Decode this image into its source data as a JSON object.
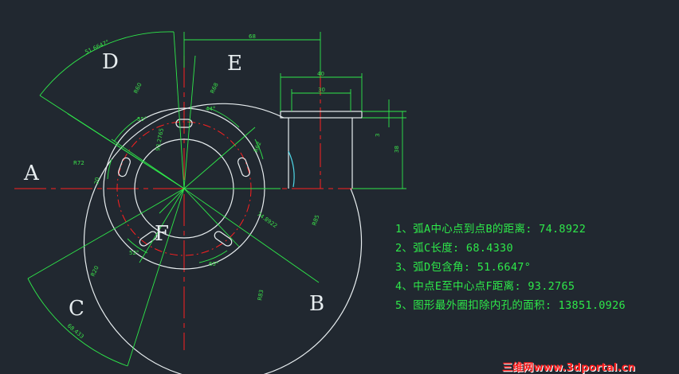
{
  "point_labels": {
    "A": "A",
    "B": "B",
    "C": "C",
    "D": "D",
    "E": "E",
    "F": "F"
  },
  "dimensions": {
    "top_width": "68",
    "width_40": "40",
    "width_30": "30",
    "height_3": "3",
    "height_38": "38",
    "arc_d_length": "51.6647°",
    "radius_r60": "R60",
    "radius_r68": "R68",
    "angle_44": "44°",
    "angle_55": "55°",
    "diameter_72": "R72",
    "dim_62": "R62",
    "dim_20": "20",
    "dist_ab": "74.8922",
    "dim_38_5": "R85",
    "dim_r92": "R92",
    "dim_r83": "R83",
    "angle_65": "65°",
    "angle_52": "52°",
    "dim_r20_left": "R20",
    "arc_c_label": "68.433",
    "dim_93": "93.2765"
  },
  "notes": [
    "1、弧A中心点到点B的距离: 74.8922",
    "2、弧C长度: 68.4330",
    "3、弧D包含角: 51.6647°",
    "4、中点E至中心点F距离: 93.2765",
    "5、图形最外圈扣除内孔的面积: 13851.0926"
  ],
  "watermark": "三维网www.3dportal.cn",
  "colors": {
    "background": "#212830",
    "geometry": "#e8eef0",
    "dimension": "#2ee84a",
    "centerline": "#ff2020"
  }
}
